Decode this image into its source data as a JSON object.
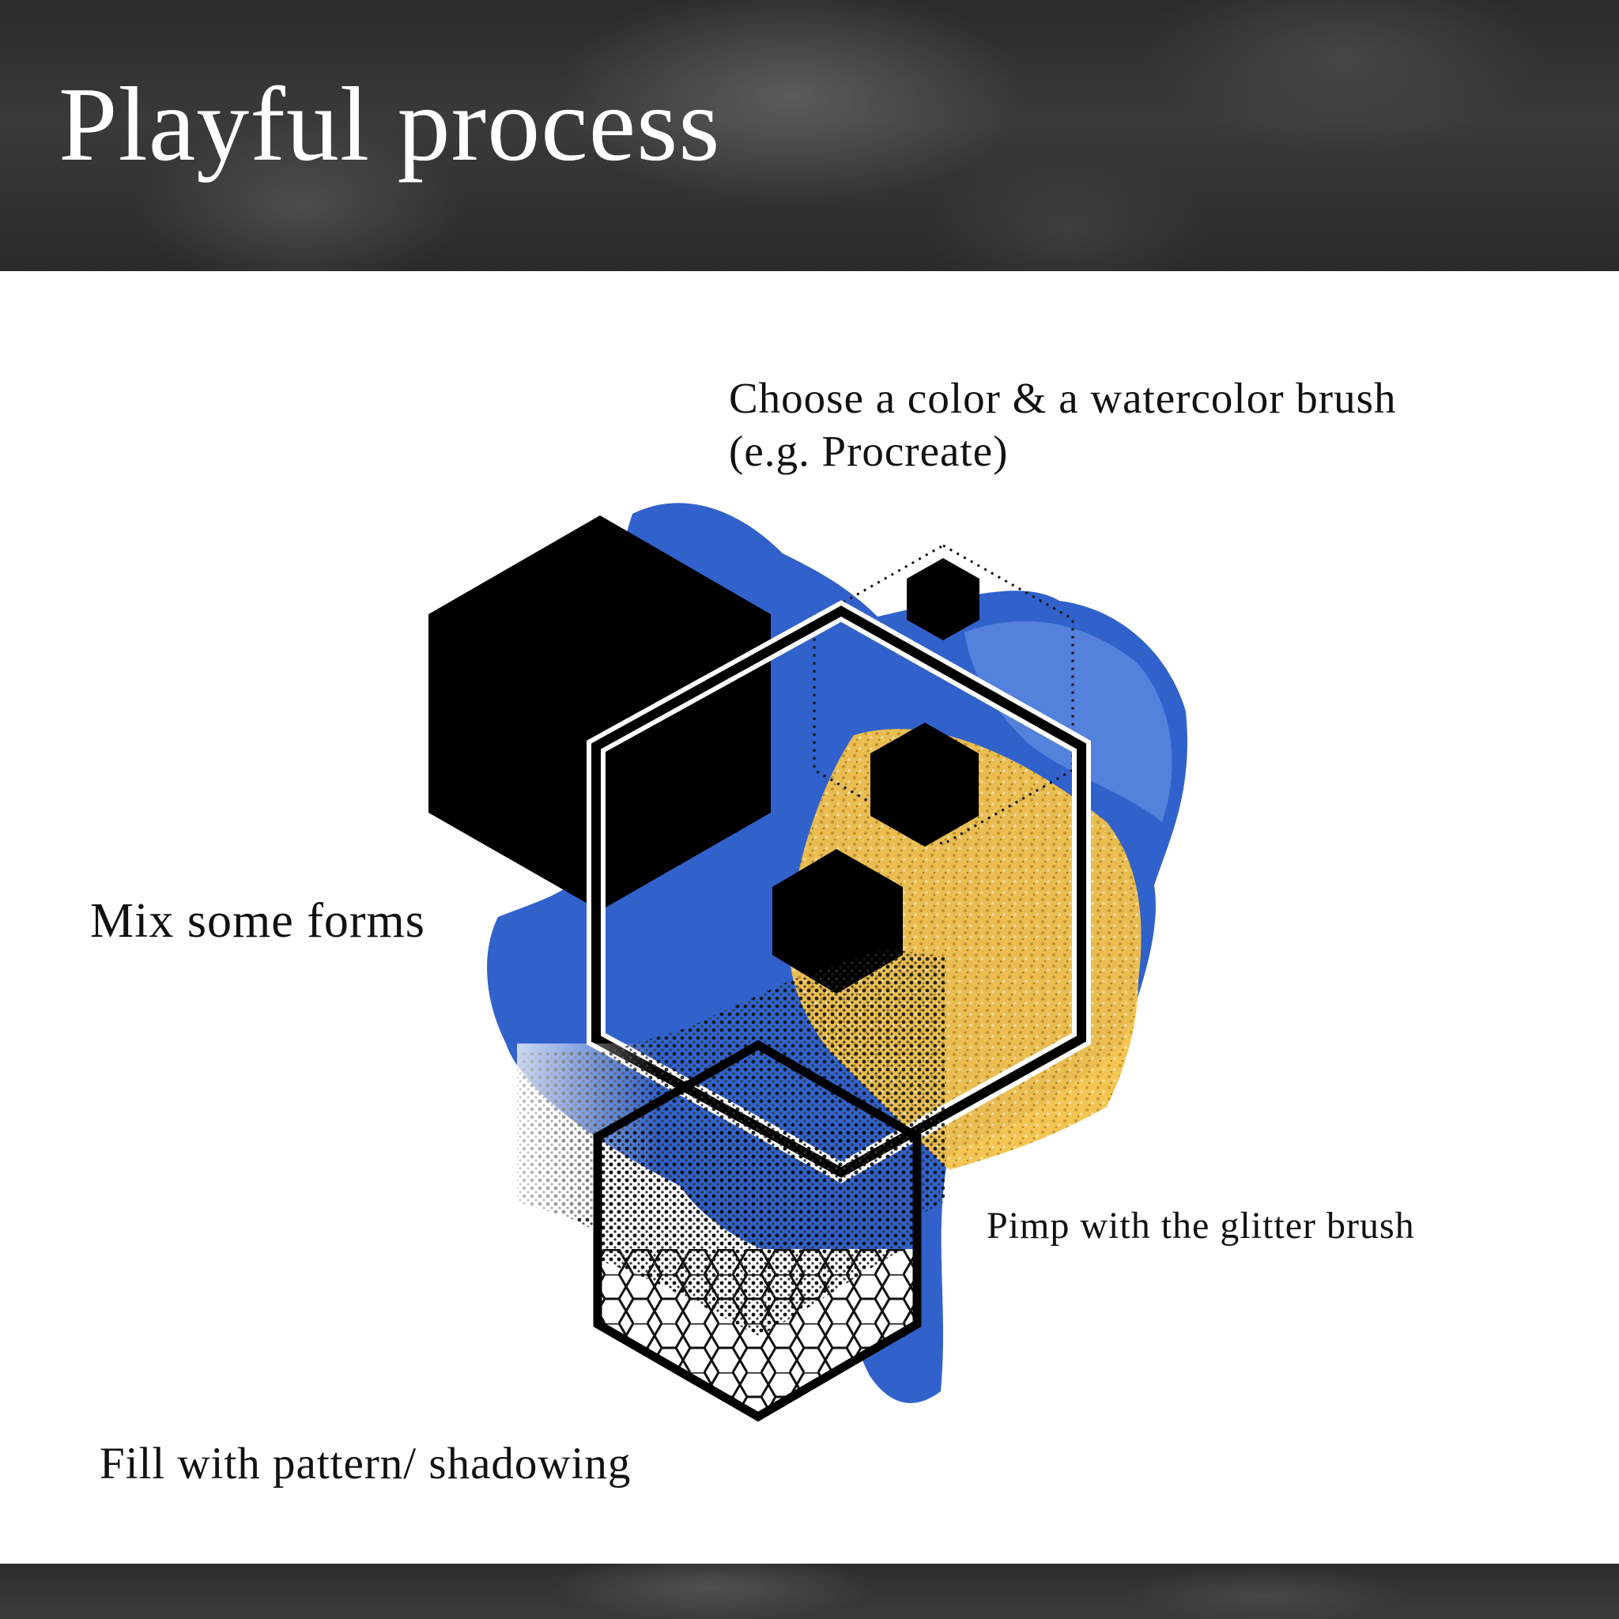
{
  "header": {
    "title": "Playful process"
  },
  "steps": {
    "color_line1": "Choose a color & a watercolor brush",
    "color_line2": "(e.g. Procreate)",
    "mix": "Mix some forms",
    "glitter": "Pimp with the glitter brush",
    "fill": "Fill with pattern/ shadowing"
  },
  "colors": {
    "band": "#2f2f2f",
    "watercolor_blue": "#1f55c8",
    "glitter_gold": "#f2bd3a",
    "shape_black": "#000000"
  }
}
